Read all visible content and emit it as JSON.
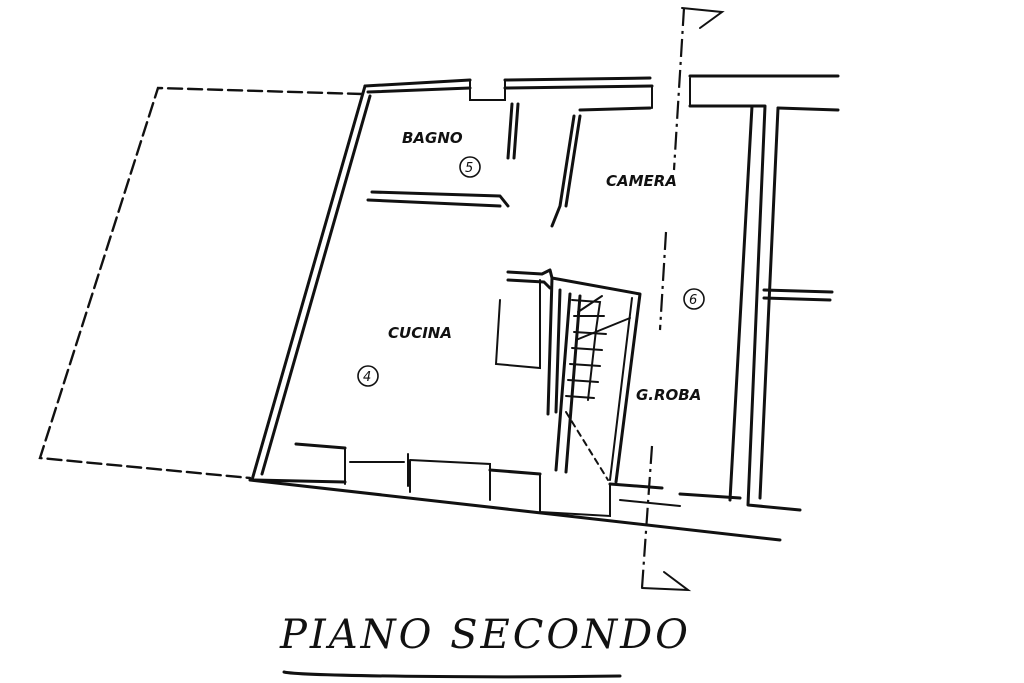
{
  "caption": "PIANO SECONDO",
  "rooms": [
    {
      "name": "BAGNO",
      "number": "5"
    },
    {
      "name": "CAMERA",
      "number": "6"
    },
    {
      "name": "CUCINA",
      "number": "4"
    },
    {
      "name": "G.ROBA"
    }
  ]
}
